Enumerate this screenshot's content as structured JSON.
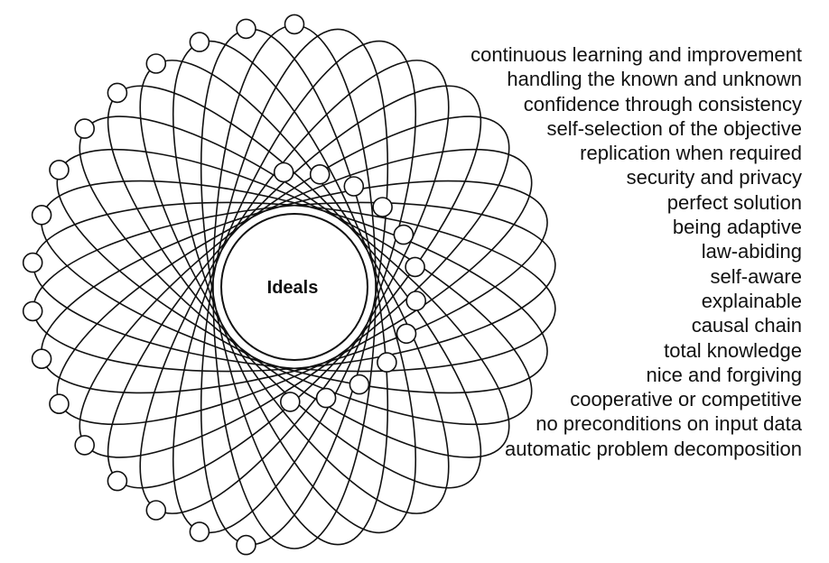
{
  "diagram": {
    "center_label": "Ideals",
    "stroke_color": "#111111",
    "node_fill": "#ffffff",
    "ideals": [
      "continuous learning and improvement",
      "handling the known and unknown",
      "confidence through consistency",
      "self-selection of the objective",
      "replication when required",
      "security and privacy",
      "perfect solution",
      "being adaptive",
      "law-abiding",
      "self-aware",
      "explainable",
      "causal chain",
      "total knowledge",
      "nice and forgiving",
      "cooperative or competitive",
      "no preconditions on input data",
      "automatic problem decomposition"
    ]
  }
}
